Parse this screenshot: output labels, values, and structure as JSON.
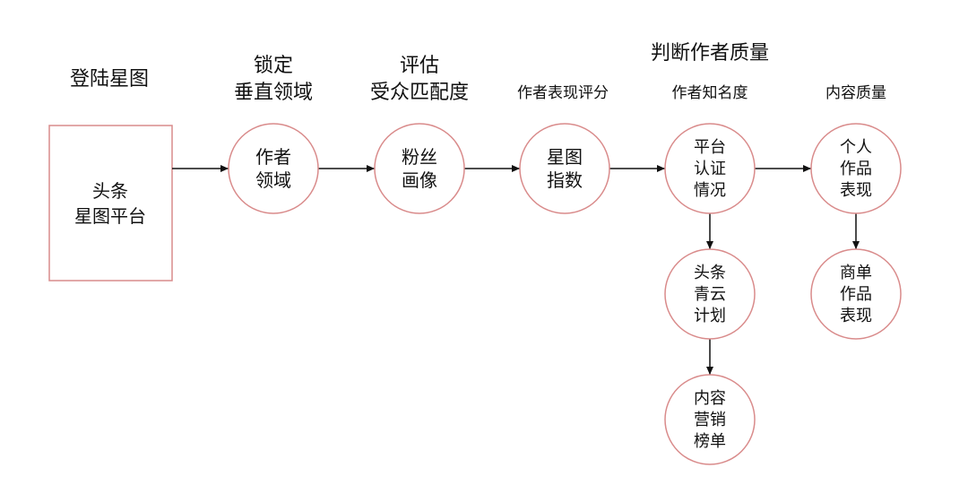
{
  "headers": {
    "login": "登陆星图",
    "lock_line1": "锁定",
    "lock_line2": "垂直领域",
    "eval_line1": "评估",
    "eval_line2": "受众匹配度",
    "judge_title": "判断作者质量",
    "author_score": "作者表现评分",
    "author_fame": "作者知名度",
    "content_quality": "内容质量"
  },
  "nodes": {
    "platform": [
      "头条",
      "星图平台"
    ],
    "author_field": [
      "作者",
      "领域"
    ],
    "fan_profile": [
      "粉丝",
      "画像"
    ],
    "xingtu_index": [
      "星图",
      "指数"
    ],
    "platform_cert": [
      "平台",
      "认证",
      "情况"
    ],
    "personal_works": [
      "个人",
      "作品",
      "表现"
    ],
    "qingyun": [
      "头条",
      "青云",
      "计划"
    ],
    "commercial_works": [
      "商单",
      "作品",
      "表现"
    ],
    "marketing_list": [
      "内容",
      "营销",
      "榜单"
    ]
  },
  "colors": {
    "circle_stroke": "#d98b8b",
    "rect_stroke": "#d98b8b",
    "arrow": "#111111",
    "text": "#111111"
  }
}
